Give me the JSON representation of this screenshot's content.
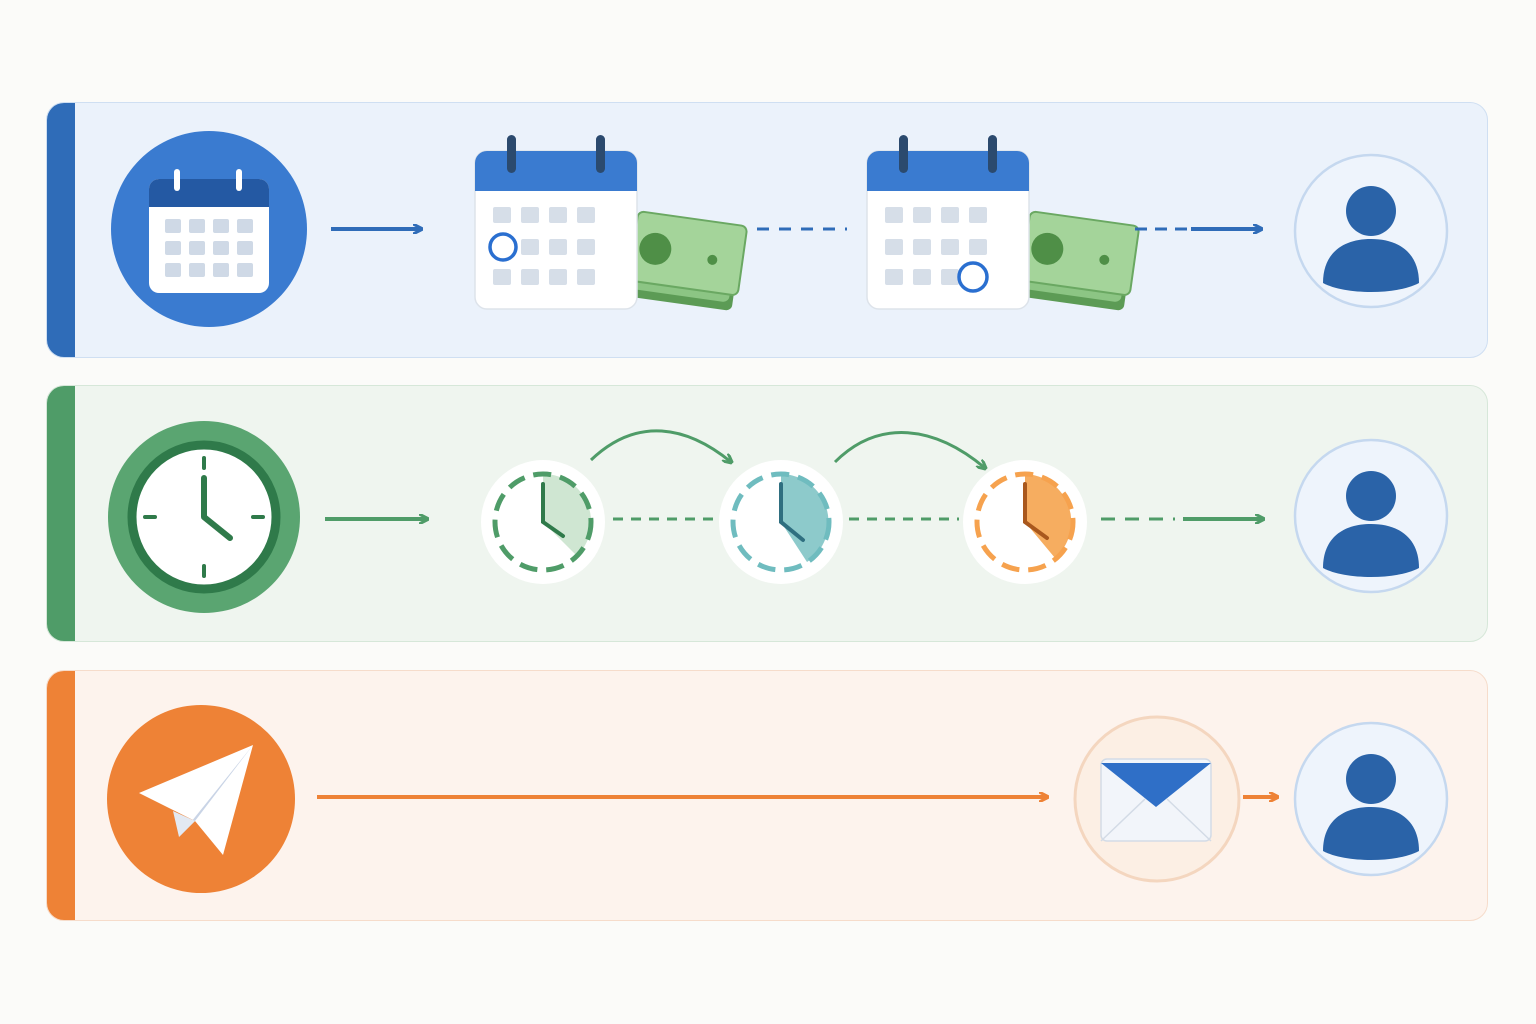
{
  "colors": {
    "blue": "#2f6cb8",
    "blue_light": "#3a7bd0",
    "green": "#4f9c68",
    "green_dark": "#2f7a4a",
    "teal": "#6fbcbf",
    "orange": "#ee8236",
    "orange_light": "#f6ad60",
    "money_green": "#7fb876",
    "avatar_blue": "#2a63a8"
  },
  "lanes": [
    {
      "id": "schedule",
      "start_icon": "calendar-icon",
      "steps": [
        "calendar-with-payment-icon",
        "calendar-with-payment-icon"
      ],
      "end_icon": "user-icon"
    },
    {
      "id": "recurring",
      "start_icon": "clock-icon",
      "steps": [
        "timer-icon",
        "timer-icon",
        "timer-icon"
      ],
      "step_progress": [
        0.3,
        0.45,
        0.4
      ],
      "end_icon": "user-icon"
    },
    {
      "id": "instant",
      "start_icon": "paper-plane-icon",
      "steps": [
        "envelope-icon"
      ],
      "end_icon": "user-icon"
    }
  ]
}
